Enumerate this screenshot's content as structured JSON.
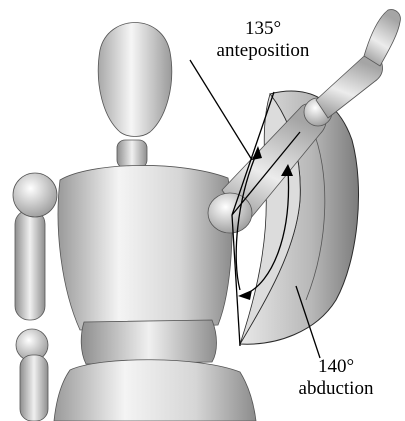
{
  "annotations": {
    "anteposition": {
      "angle": "135°",
      "label": "anteposition"
    },
    "abduction": {
      "angle": "140°",
      "label": "abduction"
    }
  },
  "colors": {
    "body_light": "#f2f2f2",
    "body_mid": "#c8c8c8",
    "body_dark": "#8a8a8a",
    "outline": "#2a2a2a",
    "line": "#000000"
  }
}
